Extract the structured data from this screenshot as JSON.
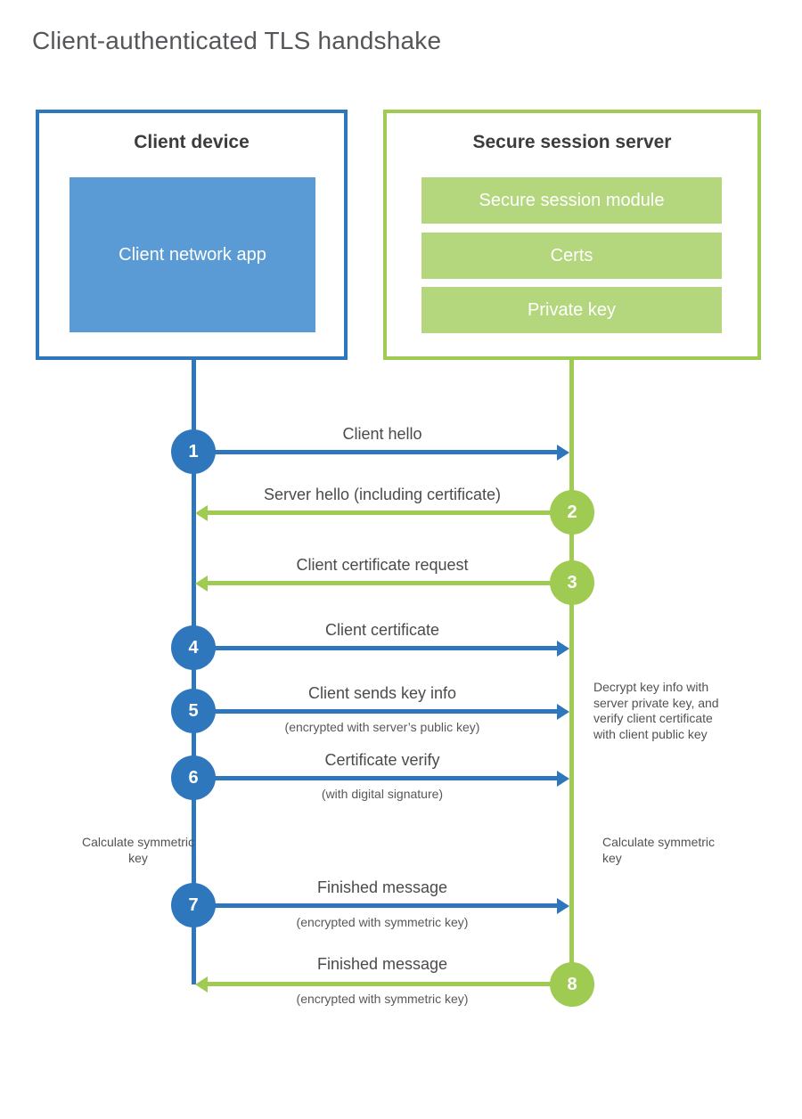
{
  "title": "Client-authenticated TLS handshake",
  "colors": {
    "blue_line": "#2e77bd",
    "blue_fill": "#5b9bd5",
    "green_line": "#9fcb52",
    "green_fill": "#b4d77e",
    "text_dark": "#3c3c3f",
    "text_gray": "#4b4b4d"
  },
  "client": {
    "title": "Client device",
    "app": "Client network app"
  },
  "server": {
    "title": "Secure session server",
    "modules": [
      "Secure session module",
      "Certs",
      "Private key"
    ]
  },
  "steps": [
    {
      "num": "1",
      "label": "Client hello",
      "from": "client",
      "to": "server"
    },
    {
      "num": "2",
      "label": "Server hello (including certificate)",
      "from": "server",
      "to": "client"
    },
    {
      "num": "3",
      "label": "Client certificate request",
      "from": "server",
      "to": "client"
    },
    {
      "num": "4",
      "label": "Client certificate",
      "from": "client",
      "to": "server"
    },
    {
      "num": "5",
      "label": "Client sends key info",
      "sub": "(encrypted with server’s public key)",
      "from": "client",
      "to": "server"
    },
    {
      "num": "6",
      "label": "Certificate verify",
      "sub": "(with digital signature)",
      "from": "client",
      "to": "server"
    },
    {
      "num": "7",
      "label": "Finished message",
      "sub": "(encrypted with symmetric key)",
      "from": "client",
      "to": "server"
    },
    {
      "num": "8",
      "label": "Finished message",
      "sub": "(encrypted with symmetric key)",
      "from": "server",
      "to": "client"
    }
  ],
  "annotations": {
    "decrypt": "Decrypt key info with server private key, and verify client certificate with client public key",
    "calc_left": "Calculate symmetric key",
    "calc_right": "Calculate symmetric key"
  }
}
